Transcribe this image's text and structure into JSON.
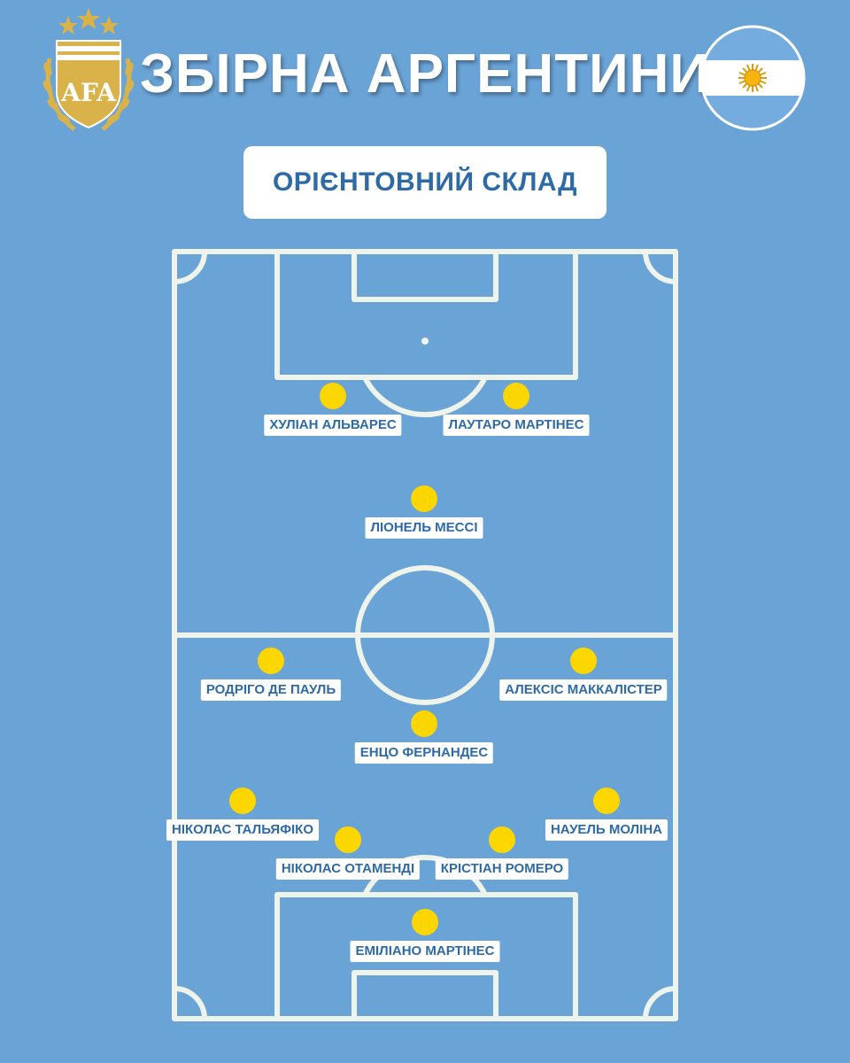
{
  "header": {
    "title": "ЗБІРНА АРГЕНТИНИ",
    "subtitle": "ОРІЄНТОВНИЙ СКЛАД"
  },
  "crest": {
    "letters": "AFA",
    "colors": {
      "gold": "#d9b34a",
      "dark": "#a8842c"
    }
  },
  "flag": {
    "colors": {
      "blue": "#74acdf",
      "white": "#ffffff",
      "sun": "#f6b40e"
    }
  },
  "colors": {
    "background": "#6aa3d6",
    "accent_text": "#2e6aa6",
    "pitch_line": "#eef4ec",
    "player_dot": "#fcd600"
  },
  "players": [
    {
      "id": "alvarez",
      "name": "ХУЛІАН АЛЬВАРЕС"
    },
    {
      "id": "lautaro",
      "name": "ЛАУТАРО МАРТІНЕС"
    },
    {
      "id": "messi",
      "name": "ЛІОНЕЛЬ МЕССІ"
    },
    {
      "id": "depaul",
      "name": "РОДРІГО ДЕ ПАУЛЬ"
    },
    {
      "id": "macallister",
      "name": "АЛЕКСІС МАККАЛІСТЕР"
    },
    {
      "id": "enzo",
      "name": "ЕНЦО ФЕРНАНДЕС"
    },
    {
      "id": "tagliafico",
      "name": "НІКОЛАС ТАЛЬЯФІКО"
    },
    {
      "id": "molina",
      "name": "НАУЕЛЬ МОЛІНА"
    },
    {
      "id": "otamendi",
      "name": "НІКОЛАС ОТАМЕНДІ"
    },
    {
      "id": "romero",
      "name": "КРІСТІАН РОМЕРО"
    },
    {
      "id": "emi",
      "name": "ЕМІЛІАНО МАРТІНЕС"
    }
  ]
}
